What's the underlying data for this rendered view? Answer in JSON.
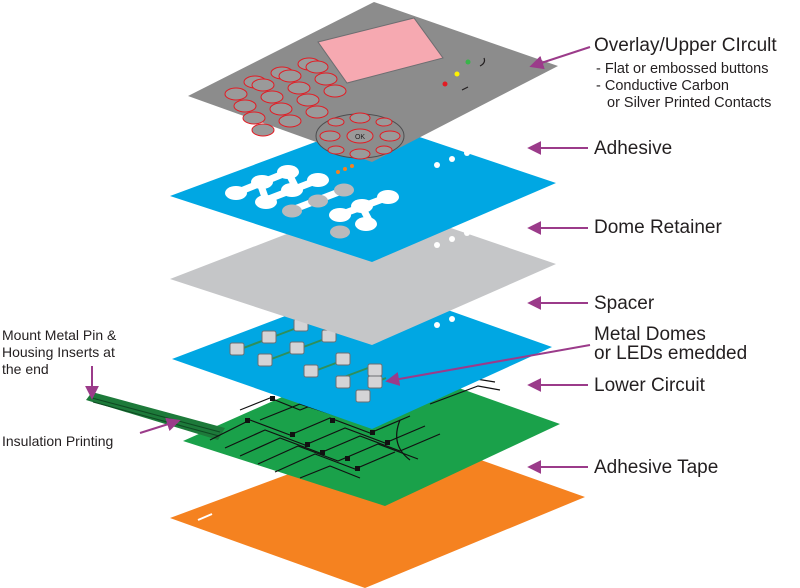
{
  "diagram": {
    "layers": [
      {
        "id": "overlay",
        "label": "Overlay/Upper CIrcult",
        "color": "#8c8c8c"
      },
      {
        "id": "adhesive",
        "label": "Adhesive",
        "color": "#00a7e3"
      },
      {
        "id": "dome-retainer",
        "label": "Dome Retainer",
        "color": "#c5c6c8"
      },
      {
        "id": "spacer",
        "label": "Spacer",
        "color": "#00a7e3"
      },
      {
        "id": "metal-domes",
        "label": "Metal Domes\nor LEDs emedded"
      },
      {
        "id": "lower-circuit",
        "label": "Lower Circuit",
        "color": "#1aa14a"
      },
      {
        "id": "adhesive-tape",
        "label": "Adhesive Tape",
        "color": "#f58220"
      }
    ],
    "overlay_notes": [
      "- Flat or embossed buttons",
      "- Conductive Carbon",
      "or Silver Printed Contacts"
    ],
    "left_notes": {
      "mount": "Mount Metal Pin &\nHousing Inserts at\nthe end",
      "insulation": "Insulation Printing"
    },
    "keypad_center_key": "OK",
    "arrow_color": "#9b3b8a",
    "display_color": "#f6a9b1"
  }
}
